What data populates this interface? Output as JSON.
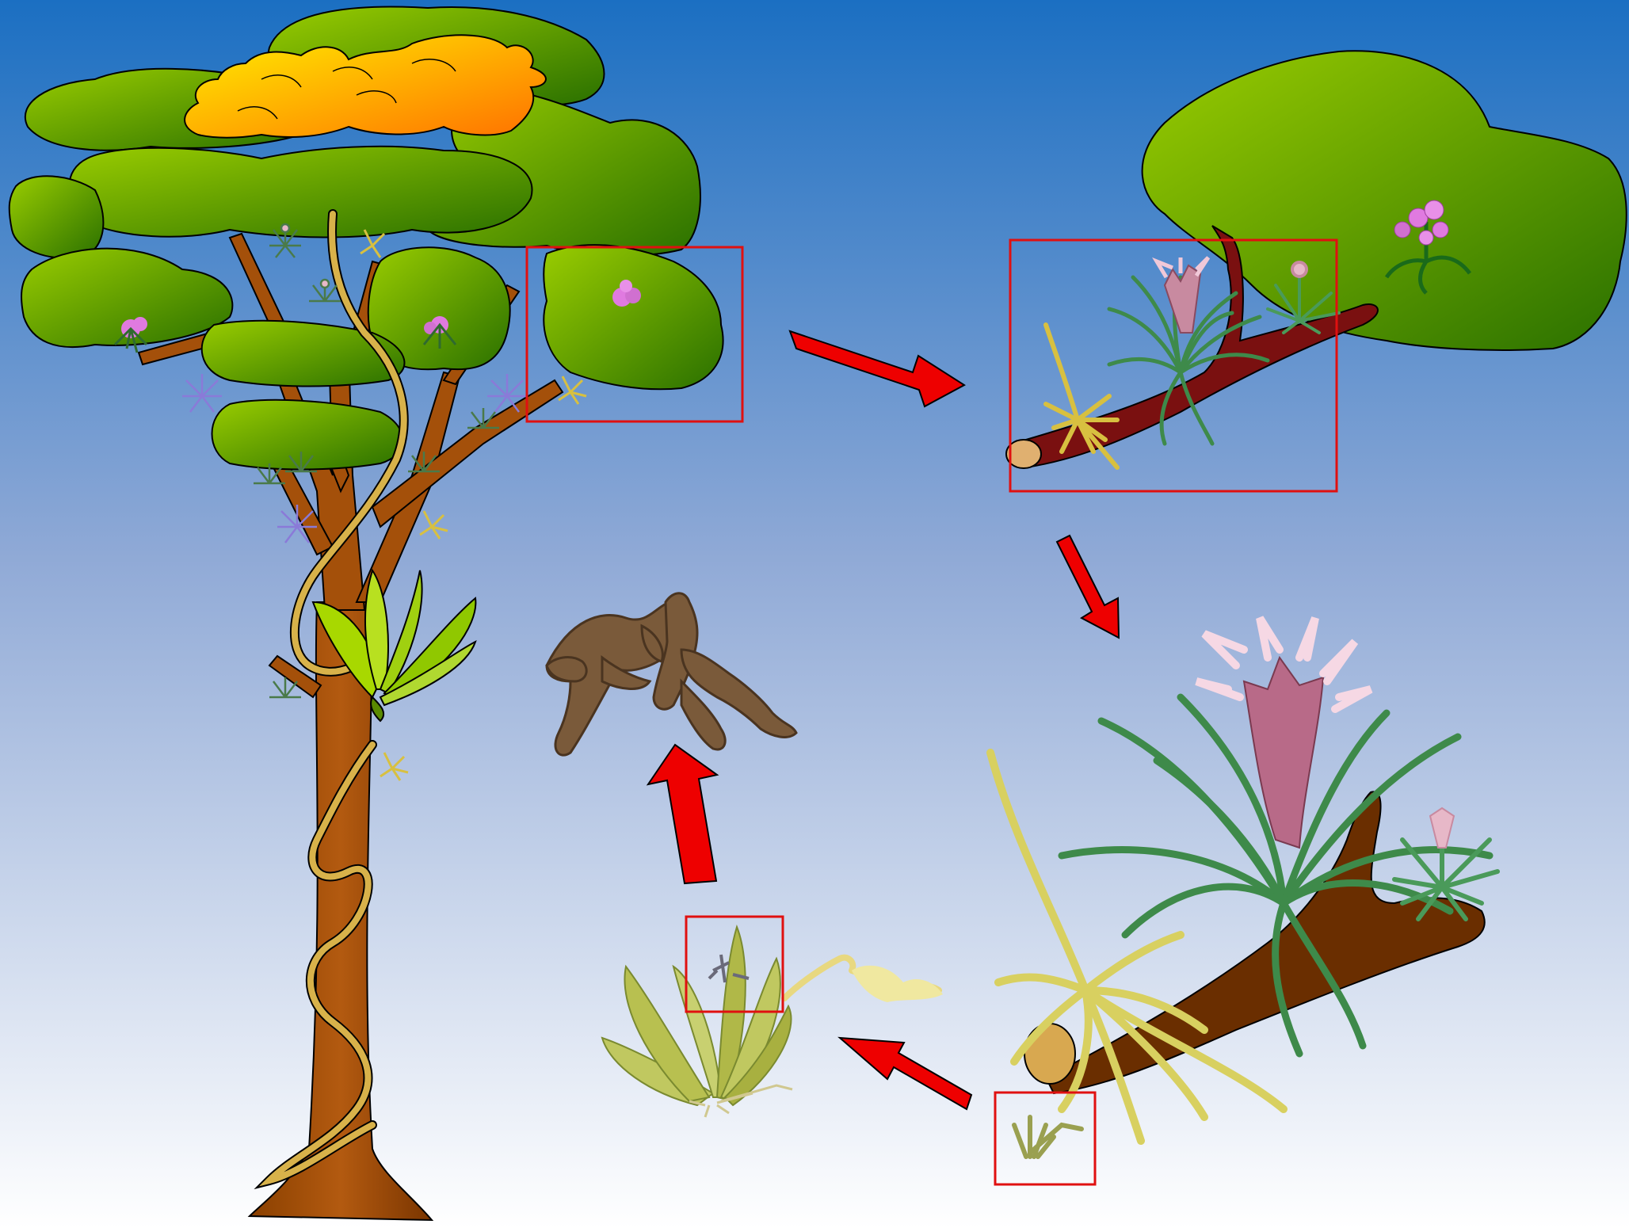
{
  "diagram": {
    "background": {
      "top_color": "#1b6fc2",
      "bottom_color": "#ffffff"
    },
    "colors": {
      "highlight_box": "#e01010",
      "arrow": "#ee0000",
      "foliage_light": "#8dc400",
      "foliage_dark": "#2f7a00",
      "canopy_flower_light": "#ffe600",
      "canopy_flower_dark": "#ff7a00",
      "trunk": "#a4500a",
      "branch_dark": "#7a1010",
      "liana": "#d8b24a",
      "bromeliad_leaf": "#3e8a4a",
      "bromeliad_flower": "#e7b8c8",
      "orchid": "#e07ae0",
      "root_mat": "#d8d060",
      "plantlet": "#b8b860",
      "debris": "#7a5a3a"
    },
    "stages": [
      {
        "name": "rainforest-tree",
        "icon": "tree-icon"
      },
      {
        "name": "branch-detail",
        "icon": "branch-icon"
      },
      {
        "name": "bromeliad-closeup",
        "icon": "bromeliad-icon"
      },
      {
        "name": "plantlet",
        "icon": "plantlet-icon"
      },
      {
        "name": "debris",
        "icon": "debris-icon"
      }
    ]
  }
}
